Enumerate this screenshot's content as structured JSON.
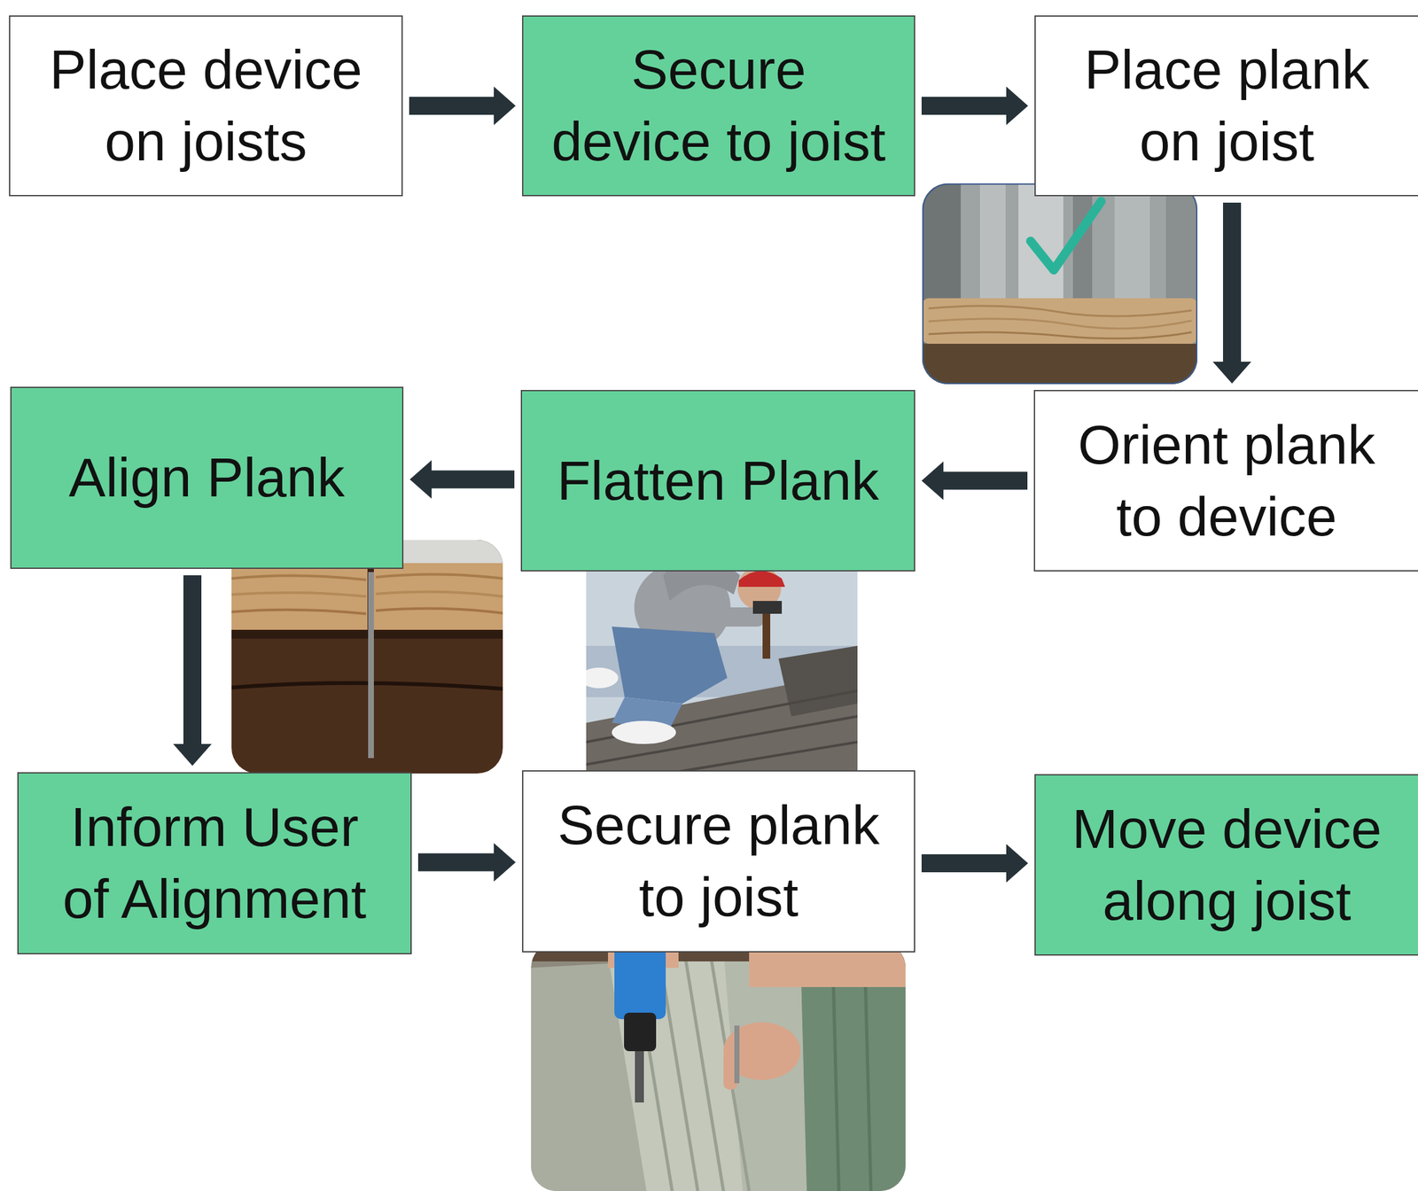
{
  "diagram": {
    "nodes": [
      {
        "text": [
          "Place device on joists"
        ]
      },
      {
        "text": [
          "Secure device to joist"
        ]
      },
      {
        "text": [
          "Place plank on joist"
        ]
      },
      {
        "text": [
          "Align Plank"
        ]
      },
      {
        "text": [
          "Flatten Plank"
        ]
      },
      {
        "text": [
          "Orient plank to device"
        ]
      },
      {
        "text": [
          "Inform User of Alignment"
        ]
      },
      {
        "text": [
          "Secure plank to joist"
        ]
      },
      {
        "text": [
          "Move device along joist"
        ]
      }
    ],
    "edges": [
      {
        "from": 0,
        "to": 1,
        "arrow": "to"
      },
      {
        "from": 1,
        "to": 2,
        "arrow": "to"
      },
      {
        "from": 2,
        "to": 5,
        "arrow": "to"
      },
      {
        "from": 5,
        "to": 4,
        "arrow": "to"
      },
      {
        "from": 4,
        "to": 3,
        "arrow": "to"
      },
      {
        "from": 3,
        "to": 6,
        "arrow": "to"
      },
      {
        "from": 6,
        "to": 7,
        "arrow": "to"
      },
      {
        "from": 7,
        "to": 8,
        "arrow": "to"
      }
    ]
  }
}
